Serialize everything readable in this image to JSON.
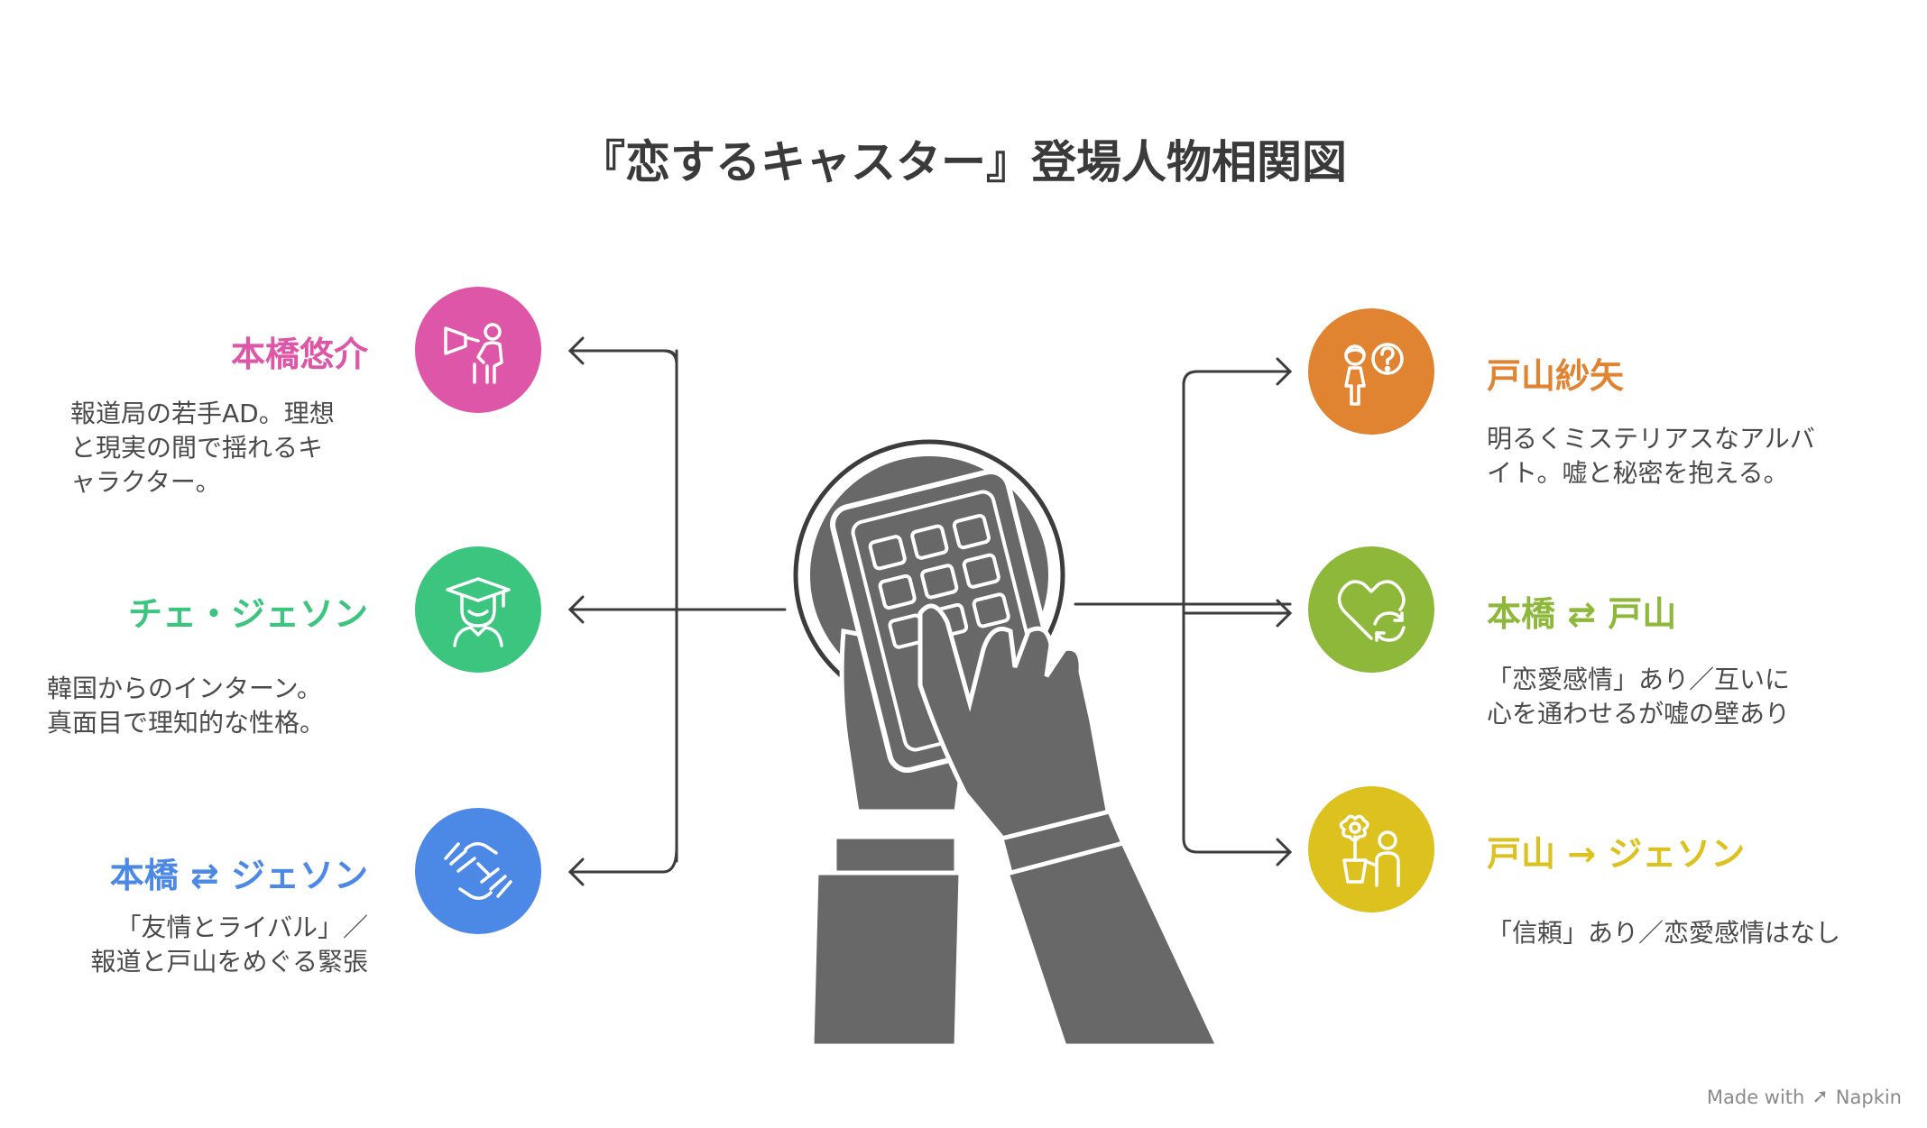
{
  "title": "『恋するキャスター』登場人物相関図",
  "colors": {
    "pink": "#dd56a8",
    "green": "#3cc57f",
    "blue": "#4c88e6",
    "orange": "#e08432",
    "lime": "#8db83a",
    "yellow": "#dcc11f",
    "gray": "#686868",
    "line": "#3c3c3c"
  },
  "left": [
    {
      "name": "本橋悠介",
      "icon": "megaphone-person-icon",
      "desc": [
        "報道局の若手AD。理想",
        "と現実の間で揺れるキ",
        "ャラクター。"
      ]
    },
    {
      "name": "チェ・ジェソン",
      "icon": "graduate-icon",
      "desc": [
        "韓国からのインターン。",
        "真面目で理知的な性格。"
      ]
    },
    {
      "name": "本橋 ⇄ ジェソン",
      "icon": "handshake-icon",
      "desc": [
        "「友情とライバル」／",
        "報道と戸山をめぐる緊張"
      ]
    }
  ],
  "right": [
    {
      "name": "戸山紗矢",
      "icon": "question-person-icon",
      "desc": [
        "明るくミステリアスなアルバ",
        "イト。嘘と秘密を抱える。"
      ]
    },
    {
      "name": "本橋 ⇄ 戸山",
      "icon": "heart-cycle-icon",
      "desc": [
        "「恋愛感情」あり／互いに",
        "心を通わせるが嘘の壁あり"
      ]
    },
    {
      "name": "戸山 → ジェソン",
      "icon": "flower-gift-icon",
      "desc": [
        "「信頼」あり／恋愛感情はなし"
      ]
    }
  ],
  "footer": {
    "made_with": "Made with",
    "brand": "Napkin"
  }
}
